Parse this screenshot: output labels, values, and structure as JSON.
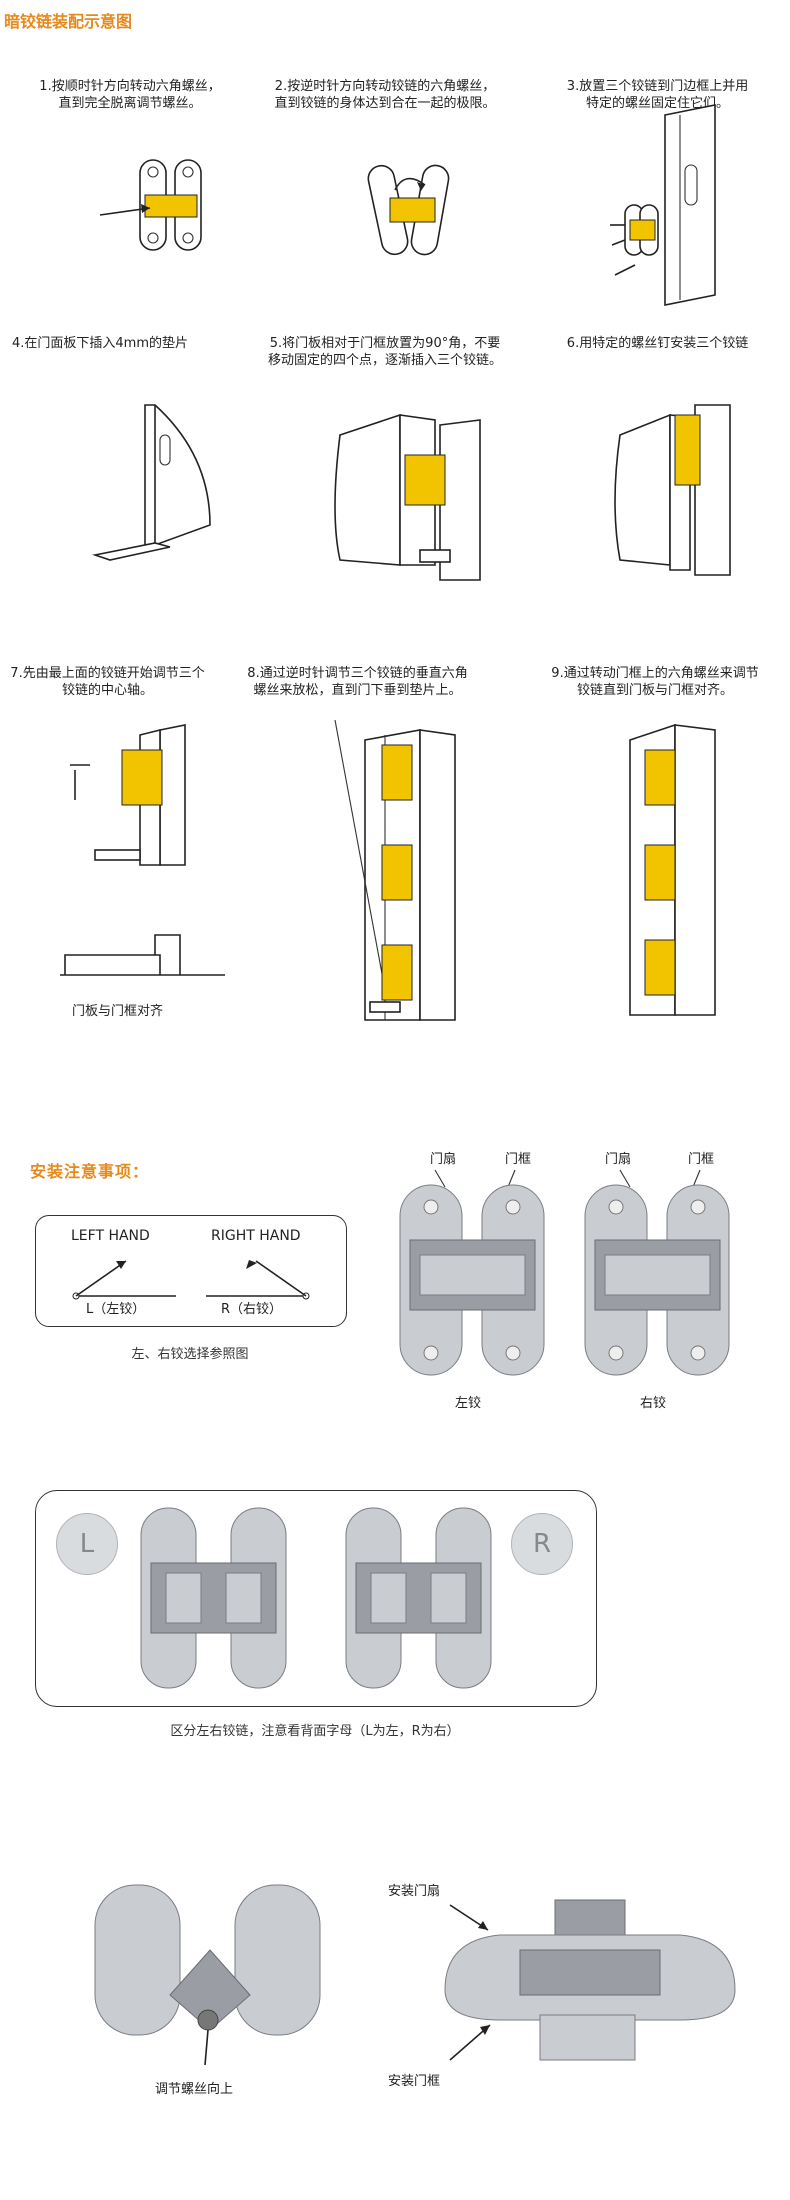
{
  "header": {
    "title": "暗铰链装配示意图"
  },
  "steps": [
    {
      "text": "1.按顺时针方向转动六角螺丝，\n直到完全脱离调节螺丝。"
    },
    {
      "text": "2.按逆时针方向转动铰链的六角螺丝，\n直到铰链的身体达到合在一起的极限。"
    },
    {
      "text": "3.放置三个铰链到门边框上并用\n特定的螺丝固定住它们。"
    },
    {
      "text": "4.在门面板下插入4mm的垫片"
    },
    {
      "text": "5.将门板相对于门框放置为90°角，不要\n移动固定的四个点，逐渐插入三个铰链。"
    },
    {
      "text": "6.用特定的螺丝钉安装三个铰链"
    },
    {
      "text": "7.先由最上面的铰链开始调节三个\n铰链的中心轴。"
    },
    {
      "text": "8.通过逆时针调节三个铰链的垂直六角\n螺丝来放松，直到门下垂到垫片上。"
    },
    {
      "text": "9.通过转动门框上的六角螺丝来调节\n铰链直到门板与门框对齐。"
    }
  ],
  "step7_caption": "门板与门框对齐",
  "notes": {
    "title": "安装注意事项：",
    "left_hand": "LEFT  HAND",
    "right_hand": "RIGHT  HAND",
    "left_label": "L（左铰）",
    "right_label": "R（右铰）",
    "box_caption": "左、右铰选择参照图",
    "door_leaf_1": "门扇",
    "door_frame_1": "门框",
    "door_leaf_2": "门扇",
    "door_frame_2": "门框",
    "left_hinge": "左铰",
    "right_hinge": "右铰"
  },
  "letters": {
    "L": "L",
    "R": "R",
    "caption": "区分左右铰链，注意看背面字母（L为左，R为右）"
  },
  "bottom": {
    "screw_up": "调节螺丝向上",
    "install_leaf": "安装门扇",
    "install_frame": "安装门框"
  }
}
